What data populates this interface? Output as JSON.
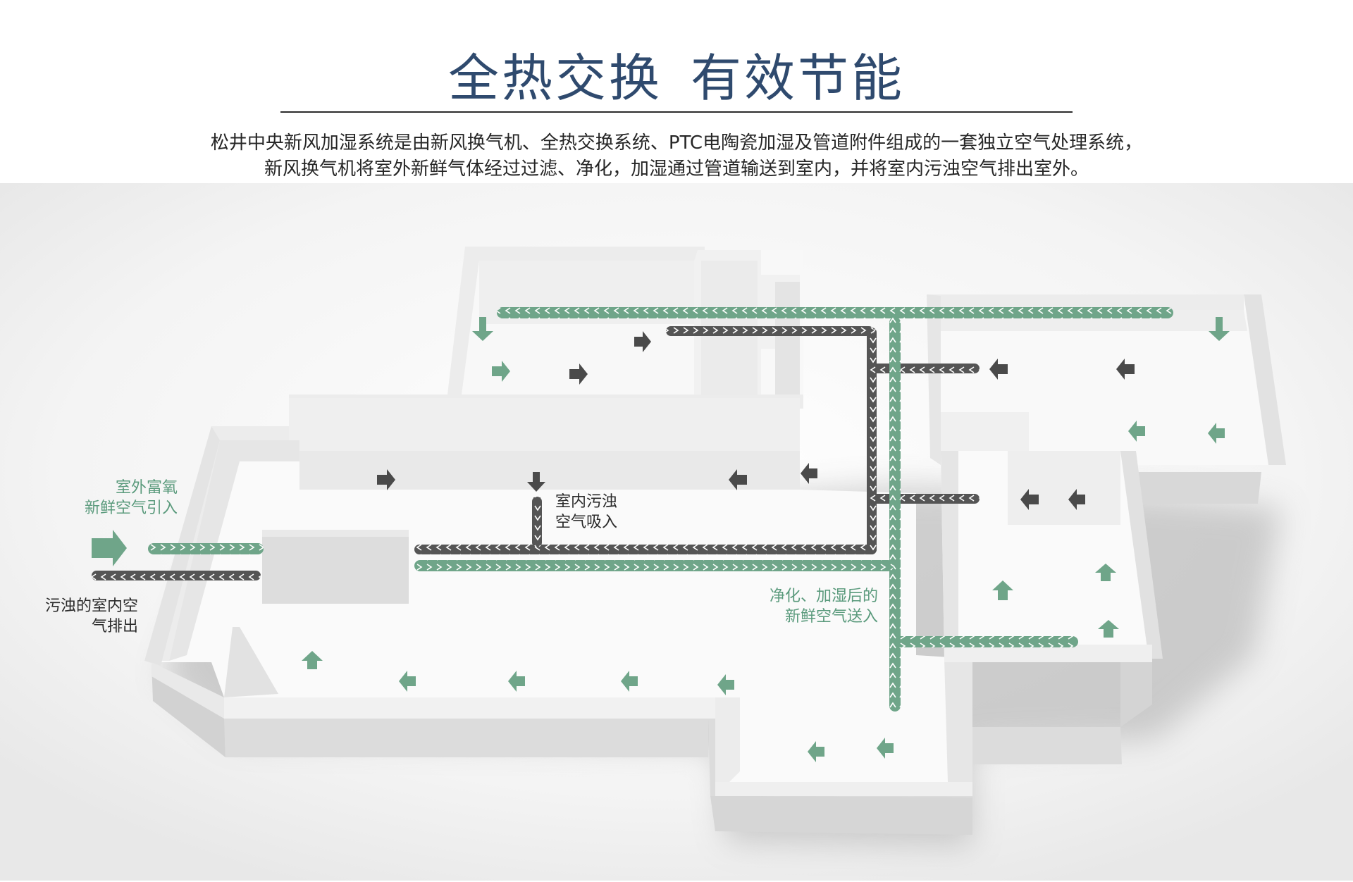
{
  "header": {
    "title_part1": "全热交换",
    "title_part2": "有效节能",
    "description_line1": "松井中央新风加湿系统是由新风换气机、全热交换系统、PTC电陶瓷加湿及管道附件组成的一套独立空气处理系统，",
    "description_line2": "新风换气机将室外新鲜气体经过过滤、净化，加湿通过管道输送到室内，并将室内污浊空气排出室外。"
  },
  "labels": {
    "outdoor_intake_line1": "室外富氧",
    "outdoor_intake_line2": "新鲜空气引入",
    "indoor_exhaust_line1": "污浊的室内空",
    "indoor_exhaust_line2": "气排出",
    "indoor_suction_line1": "室内污浊",
    "indoor_suction_line2": "空气吸入",
    "fresh_supply_line1": "净化、加湿后的",
    "fresh_supply_line2": "新鲜空气送入"
  },
  "colors": {
    "title": "#2f4a6e",
    "fresh_duct": "#6fa589",
    "exhaust_duct": "#555555",
    "green_text": "#5a9a7c",
    "wall_top": "#f3f3f3",
    "wall_side": "#d9d9d9",
    "floor": "#fafafa"
  },
  "icons": {
    "fresh_arrow": "arrow-icon",
    "stale_arrow": "arrow-icon",
    "intake_arrow": "arrow-right-icon",
    "ventilator_unit": "ventilator-unit"
  }
}
